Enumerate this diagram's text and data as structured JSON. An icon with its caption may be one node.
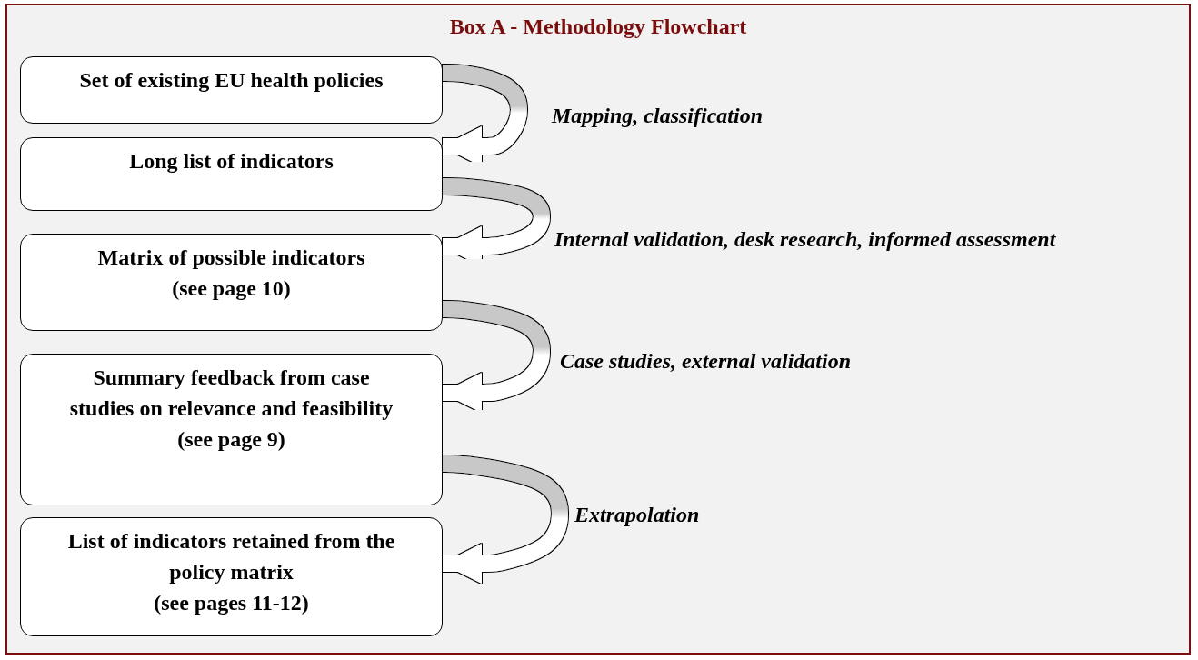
{
  "diagram": {
    "title": "Box A - Methodology Flowchart",
    "nodes": [
      {
        "text": [
          "Set of existing EU health policies"
        ]
      },
      {
        "text": [
          "Long list of indicators"
        ]
      },
      {
        "text": [
          "Matrix of possible indicators",
          "(see page 10)"
        ]
      },
      {
        "text": [
          "Summary feedback from case studies on relevance and feasibility",
          "(see page 9)"
        ]
      },
      {
        "text": [
          "List of indicators retained from the policy matrix",
          "(see pages 11-12)"
        ]
      }
    ],
    "edges": [
      {
        "from": 0,
        "to": 1,
        "arrow": "to",
        "label": "Mapping, classification"
      },
      {
        "from": 1,
        "to": 2,
        "arrow": "to",
        "label": "Internal validation, desk research, informed assessment"
      },
      {
        "from": 2,
        "to": 3,
        "arrow": "to",
        "label": "Case studies, external validation"
      },
      {
        "from": 3,
        "to": 4,
        "arrow": "to",
        "label": "Extrapolation"
      }
    ]
  }
}
